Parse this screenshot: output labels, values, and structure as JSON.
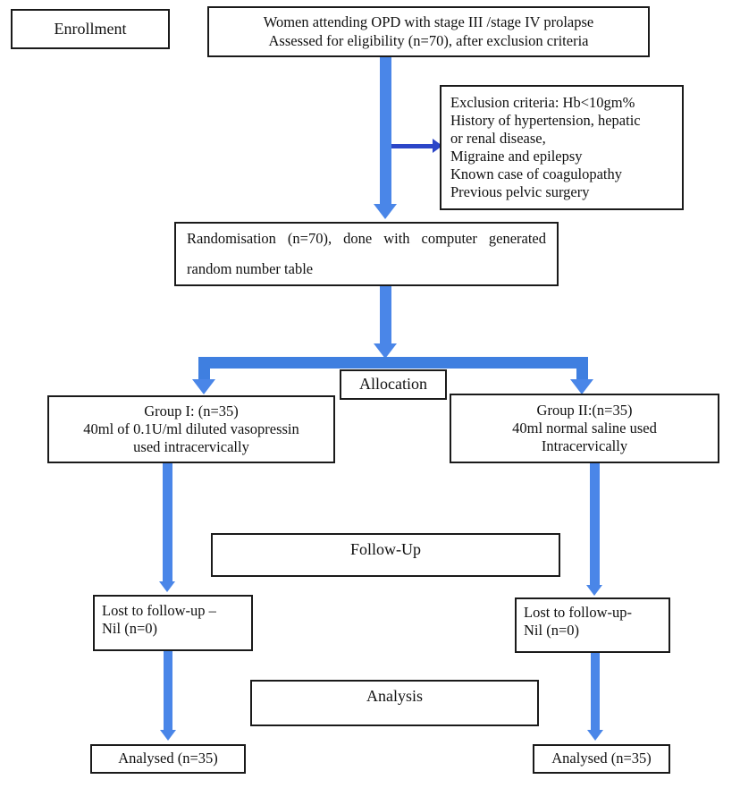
{
  "diagram": {
    "title": "CONSORT participant flow diagram",
    "accent_color": "#4a86e8",
    "accent_color_dark": "#2b46c8",
    "border_color": "#1a1a1a",
    "background": "#ffffff"
  },
  "stages": {
    "enrollment": "Enrollment",
    "allocation": "Allocation",
    "followup": "Follow-Up",
    "analysis": "Analysis"
  },
  "boxes": {
    "assessed": {
      "line1": "Women attending OPD with stage III /stage IV prolapse",
      "line2": "Assessed for eligibility (n=70), after exclusion criteria"
    },
    "exclusion": {
      "line1": "Exclusion criteria: Hb<10gm%",
      "line2": "History of hypertension, hepatic",
      "line3": "or renal disease,",
      "line4": "Migraine and epilepsy",
      "line5": "Known case of coagulopathy",
      "line6": "Previous pelvic surgery"
    },
    "randomisation": {
      "line1": "Randomisation (n=70), done with computer generated",
      "line2": "random number table"
    },
    "group1": {
      "line1": "Group I: (n=35)",
      "line2": "40ml of 0.1U/ml diluted vasopressin",
      "line3": "used intracervically"
    },
    "group2": {
      "line1": "Group II:(n=35)",
      "line2": "40ml normal saline used",
      "line3": "Intracervically"
    },
    "lost_left": {
      "line1": "Lost to follow-up –",
      "line2": "Nil (n=0)"
    },
    "lost_right": {
      "line1": "Lost to follow-up-",
      "line2": "Nil (n=0)"
    },
    "analysed_left": {
      "line1": "Analysed (n=35)"
    },
    "analysed_right": {
      "line1": "Analysed (n=35)"
    }
  }
}
